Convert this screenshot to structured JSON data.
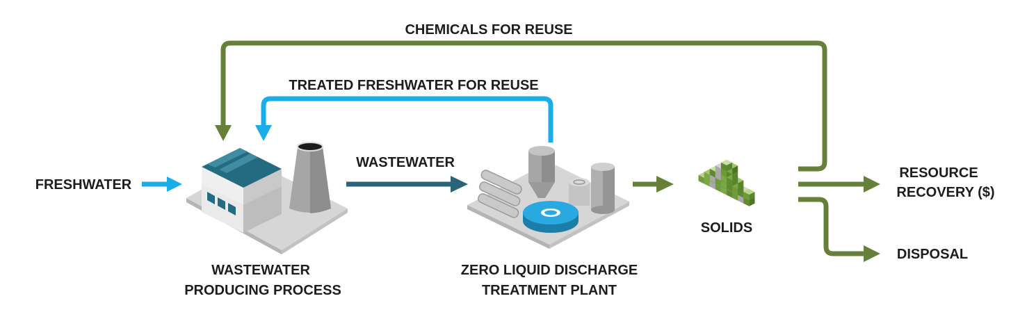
{
  "labels": {
    "chemicals_for_reuse": "CHEMICALS FOR REUSE",
    "treated_freshwater_for_reuse": "TREATED FRESHWATER FOR REUSE",
    "freshwater": "FRESHWATER",
    "wastewater": "WASTEWATER",
    "wastewater_producing_process": [
      "WASTEWATER",
      "PRODUCING PROCESS"
    ],
    "zld_treatment_plant": [
      "ZERO LIQUID DISCHARGE",
      "TREATMENT PLANT"
    ],
    "solids": "SOLIDS",
    "resource_recovery": [
      "RESOURCE",
      "RECOVERY ($)"
    ],
    "disposal": "DISPOSAL"
  },
  "colors": {
    "green_flow": "#66803a",
    "blue_flow": "#1aaee8",
    "teal_flow": "#2a6478",
    "roof_teal": "#236b80",
    "text": "#1d1d1d"
  },
  "icons": [
    "factory-icon",
    "zld-plant-icon",
    "solids-cubes-icon"
  ]
}
